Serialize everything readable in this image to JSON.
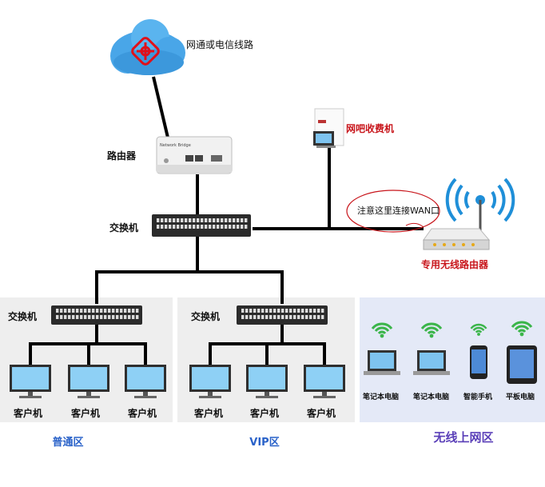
{
  "cloud": {
    "label": "网通或电信线路"
  },
  "router": {
    "label": "路由器",
    "brand": "Network Bridge"
  },
  "core_switch": {
    "label": "交换机"
  },
  "billing": {
    "label": "网吧收费机"
  },
  "note": {
    "label": "注意这里连接WAN口"
  },
  "wireless_router": {
    "label": "专用无线路由器"
  },
  "zones": [
    {
      "title": "普通区",
      "switch_label": "交换机",
      "clients": [
        "客户机",
        "客户机",
        "客户机"
      ]
    },
    {
      "title": "VIP区",
      "switch_label": "交换机",
      "clients": [
        "客户机",
        "客户机",
        "客户机"
      ]
    },
    {
      "title": "无线上网区",
      "devices": [
        "笔记本电脑",
        "笔记本电脑",
        "智能手机",
        "平板电脑"
      ]
    }
  ],
  "colors": {
    "zone_bg": "#eeeeee",
    "wireless_bg": "#e4e9f7",
    "accent_red": "#c8151b",
    "title_blue": "#2a62c9",
    "wifi_green": "#3bb54a",
    "wifi_blue": "#1f8fd8"
  }
}
